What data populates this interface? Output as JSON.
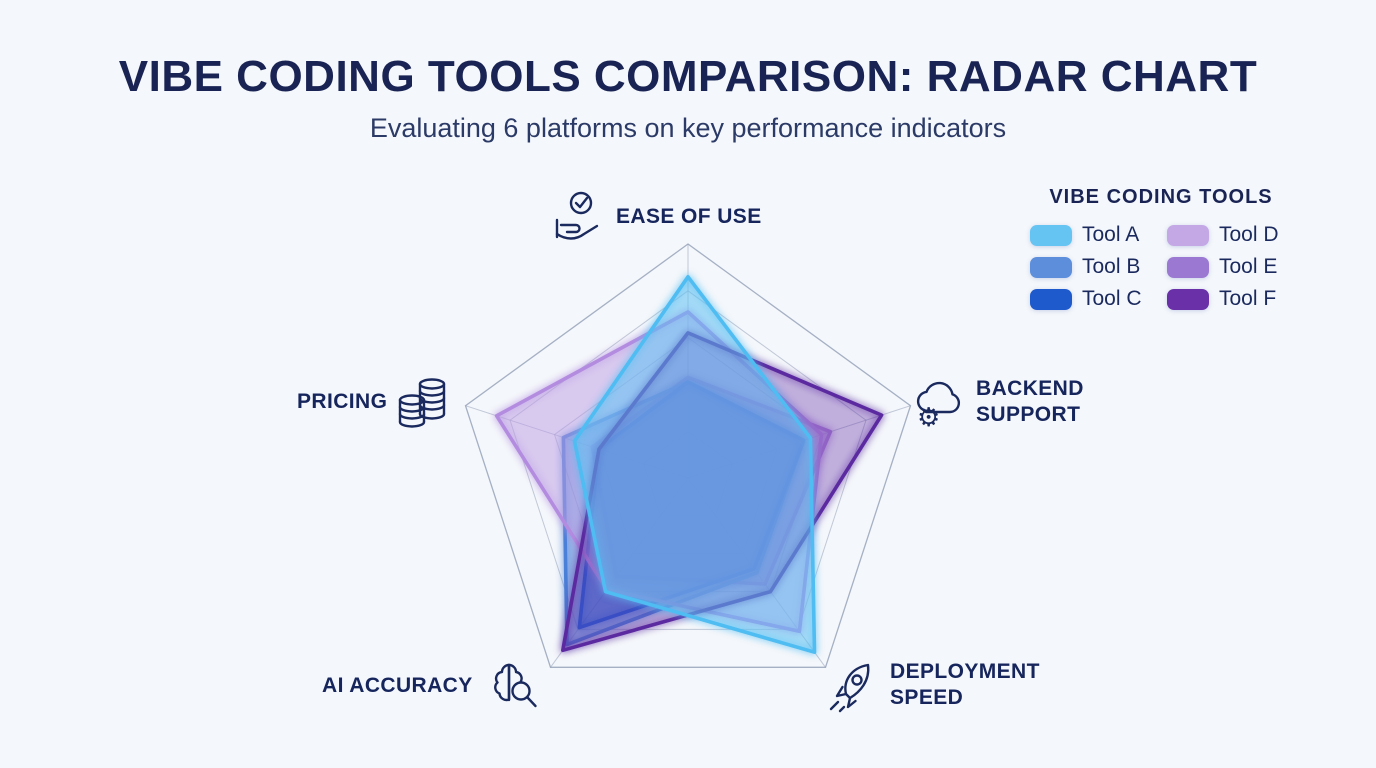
{
  "header": {
    "title": "VIBE CODING TOOLS COMPARISON: RADAR CHART",
    "subtitle": "Evaluating 6 platforms on key performance indicators"
  },
  "axes": [
    {
      "id": "ease-of-use",
      "line1": "EASE OF USE",
      "line2": "",
      "icon": "hand-check-icon"
    },
    {
      "id": "backend-support",
      "line1": "BACKEND",
      "line2": "SUPPORT",
      "icon": "cloud-gear-icon"
    },
    {
      "id": "deployment-speed",
      "line1": "DEPLOYMENT",
      "line2": "SPEED",
      "icon": "rocket-icon"
    },
    {
      "id": "ai-accuracy",
      "line1": "AI ACCURACY",
      "line2": "",
      "icon": "brain-search-icon"
    },
    {
      "id": "pricing",
      "line1": "PRICING",
      "line2": "",
      "icon": "coins-icon"
    }
  ],
  "legend": {
    "title": "VIBE CODING TOOLS",
    "items": [
      {
        "label": "Tool A",
        "color": "#66C4F2"
      },
      {
        "label": "Tool B",
        "color": "#5C8EDC"
      },
      {
        "label": "Tool C",
        "color": "#1F5ACD"
      },
      {
        "label": "Tool D",
        "color": "#C4A8E6"
      },
      {
        "label": "Tool E",
        "color": "#9B79D2"
      },
      {
        "label": "Tool F",
        "color": "#6930A8"
      }
    ]
  },
  "chart_data": {
    "type": "radar",
    "categories": [
      "Ease of Use",
      "Backend Support",
      "Deployment Speed",
      "AI Accuracy",
      "Pricing"
    ],
    "scale": {
      "min": 0,
      "max": 10,
      "rings": 5
    },
    "grid": "pentagon",
    "legend_position": "top-right",
    "series": [
      {
        "name": "Tool A",
        "color": "#66C4F2",
        "line_color": "#4FBCF2",
        "values": [
          8.6,
          5.5,
          9.2,
          6.0,
          5.1
        ]
      },
      {
        "name": "Tool B",
        "color": "#5C8EDC",
        "line_color": "#4A80D8",
        "values": [
          4.1,
          5.2,
          5.0,
          8.8,
          5.6
        ]
      },
      {
        "name": "Tool C",
        "color": "#1F5ACD",
        "line_color": "#2361D6",
        "values": [
          4.1,
          5.2,
          4.8,
          7.9,
          4.0
        ]
      },
      {
        "name": "Tool D",
        "color": "#C4A8E6",
        "line_color": "#B38CE0",
        "values": [
          7.1,
          6.0,
          8.1,
          5.9,
          8.6
        ]
      },
      {
        "name": "Tool E",
        "color": "#9B79D2",
        "line_color": "#A97FD6",
        "values": [
          4.3,
          6.4,
          5.6,
          5.2,
          4.3
        ]
      },
      {
        "name": "Tool F",
        "color": "#6930A8",
        "line_color": "#5C2AA0",
        "values": [
          6.2,
          8.7,
          6.0,
          9.1,
          4.0
        ]
      }
    ]
  }
}
